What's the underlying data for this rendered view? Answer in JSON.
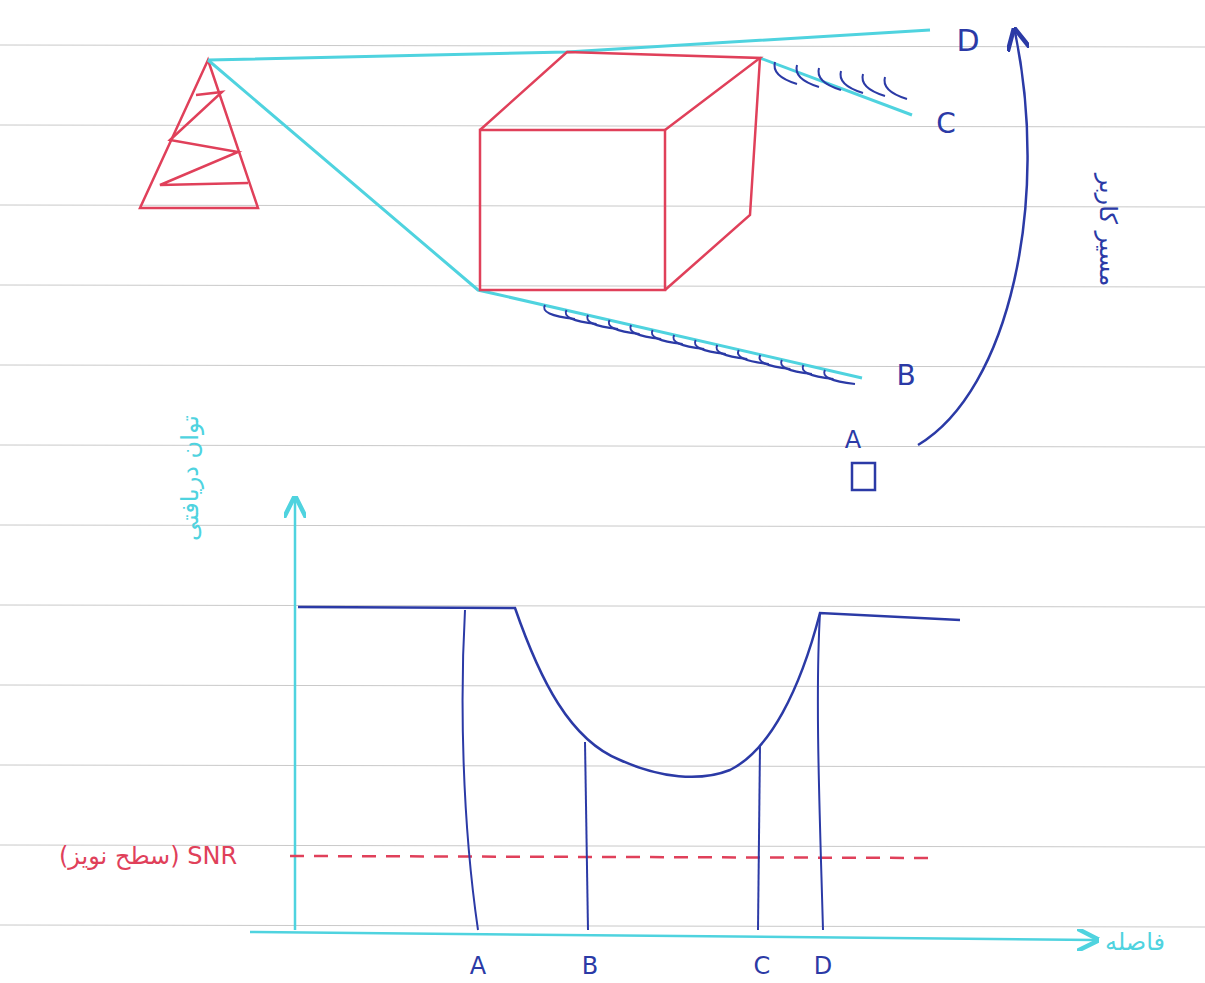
{
  "diagram": {
    "labels": [
      "D",
      "C",
      "B",
      "A",
      "مسیر کاربر",
      "توان دریافتی",
      "SNR (سطح نویز)",
      "فاصله",
      "A",
      "B",
      "C",
      "D"
    ]
  }
}
